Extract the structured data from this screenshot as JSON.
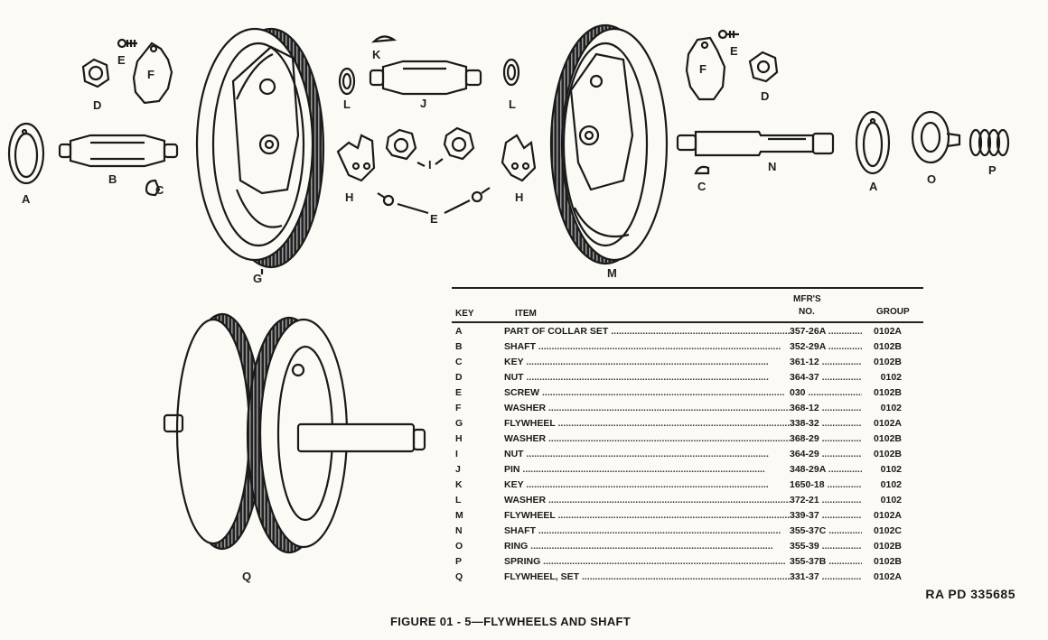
{
  "labels": {
    "A1": "A",
    "B": "B",
    "C1": "C",
    "D1": "D",
    "E1": "E",
    "F1": "F",
    "G": "G",
    "H1": "H",
    "K": "K",
    "J": "J",
    "L1": "L",
    "L2": "L",
    "I": "I",
    "E2": "E",
    "H2": "H",
    "M": "M",
    "E3": "E",
    "F2": "F",
    "D2": "D",
    "N": "N",
    "C2": "C",
    "A2": "A",
    "O": "O",
    "P": "P",
    "Q": "Q"
  },
  "table": {
    "headers": {
      "key": "KEY",
      "item": "ITEM",
      "mfr_line1": "MFR'S",
      "mfr_line2": "NO.",
      "group": "GROUP"
    },
    "rows": [
      {
        "key": "A",
        "item": "PART OF COLLAR SET",
        "mfr_no": "357-26A",
        "group": "0102A"
      },
      {
        "key": "B",
        "item": "SHAFT",
        "mfr_no": "352-29A",
        "group": "0102B"
      },
      {
        "key": "C",
        "item": "KEY",
        "mfr_no": "361-12",
        "group": "0102B"
      },
      {
        "key": "D",
        "item": "NUT",
        "mfr_no": "364-37",
        "group": "0102"
      },
      {
        "key": "E",
        "item": "SCREW",
        "mfr_no": "030",
        "group": "0102B"
      },
      {
        "key": "F",
        "item": "WASHER",
        "mfr_no": "368-12",
        "group": "0102"
      },
      {
        "key": "G",
        "item": "FLYWHEEL",
        "mfr_no": "338-32",
        "group": "0102A"
      },
      {
        "key": "H",
        "item": "WASHER",
        "mfr_no": "368-29",
        "group": "0102B"
      },
      {
        "key": "I",
        "item": "NUT",
        "mfr_no": "364-29",
        "group": "0102B"
      },
      {
        "key": "J",
        "item": "PIN",
        "mfr_no": "348-29A",
        "group": "0102"
      },
      {
        "key": "K",
        "item": "KEY",
        "mfr_no": "1650-18",
        "group": "0102"
      },
      {
        "key": "L",
        "item": "WASHER",
        "mfr_no": "372-21",
        "group": "0102"
      },
      {
        "key": "M",
        "item": "FLYWHEEL",
        "mfr_no": "339-37",
        "group": "0102A"
      },
      {
        "key": "N",
        "item": "SHAFT",
        "mfr_no": "355-37C",
        "group": "0102C"
      },
      {
        "key": "O",
        "item": "RING",
        "mfr_no": "355-39",
        "group": "0102B"
      },
      {
        "key": "P",
        "item": "SPRING",
        "mfr_no": "355-37B",
        "group": "0102B"
      },
      {
        "key": "Q",
        "item": "FLYWHEEL, SET",
        "mfr_no": "331-37",
        "group": "0102A"
      }
    ]
  },
  "ra_code": "RA PD 335685",
  "caption": "FIGURE 01 - 5—FLYWHEELS AND SHAFT"
}
